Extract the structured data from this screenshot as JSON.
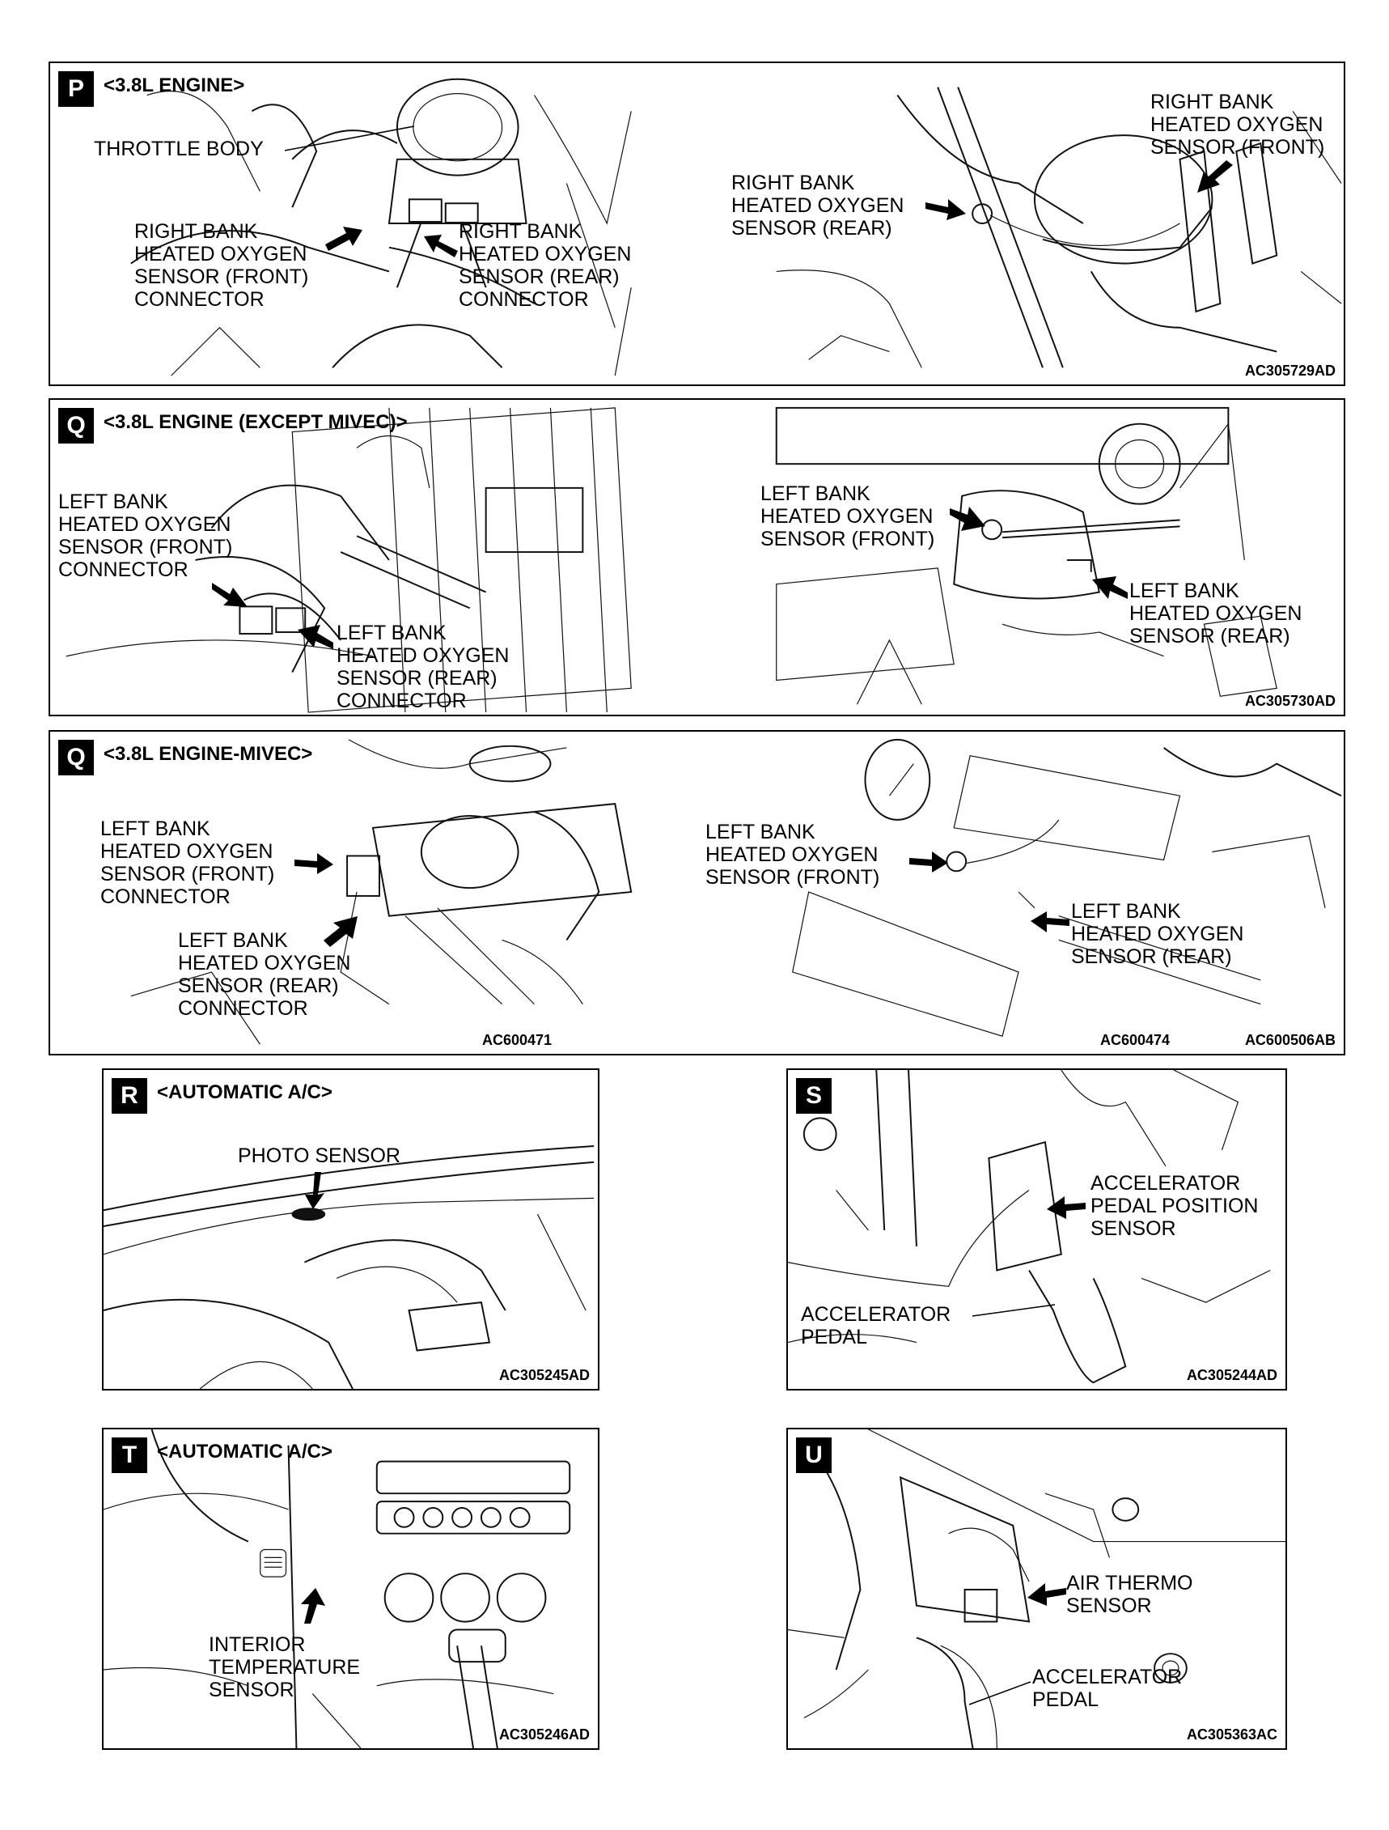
{
  "panels": {
    "p": {
      "badge": "P",
      "heading": "<3.8L ENGINE>",
      "code": "AC305729AD",
      "throttle_body": "THROTTLE BODY",
      "front_connector": [
        "RIGHT BANK",
        "HEATED OXYGEN",
        "SENSOR (FRONT)",
        "CONNECTOR"
      ],
      "rear_connector": [
        "RIGHT BANK",
        "HEATED OXYGEN",
        "SENSOR (REAR)",
        "CONNECTOR"
      ],
      "rear_sensor": [
        "RIGHT BANK",
        "HEATED OXYGEN",
        "SENSOR (REAR)"
      ],
      "front_sensor": [
        "RIGHT BANK",
        "HEATED OXYGEN",
        "SENSOR (FRONT)"
      ]
    },
    "q1": {
      "badge": "Q",
      "heading": "<3.8L ENGINE (EXCEPT MIVEC)>",
      "code": "AC305730AD",
      "front_connector": [
        "LEFT BANK",
        "HEATED OXYGEN",
        "SENSOR (FRONT)",
        "CONNECTOR"
      ],
      "rear_connector": [
        "LEFT BANK",
        "HEATED OXYGEN",
        "SENSOR (REAR)",
        "CONNECTOR"
      ],
      "front_sensor": [
        "LEFT BANK",
        "HEATED OXYGEN",
        "SENSOR (FRONT)"
      ],
      "rear_sensor": [
        "LEFT BANK",
        "HEATED OXYGEN",
        "SENSOR (REAR)"
      ]
    },
    "q2": {
      "badge": "Q",
      "heading": "<3.8L ENGINE-MIVEC>",
      "code_left": "AC600471",
      "code_mid": "AC600474",
      "code_right": "AC600506AB",
      "front_connector": [
        "LEFT BANK",
        "HEATED OXYGEN",
        "SENSOR (FRONT)",
        "CONNECTOR"
      ],
      "rear_connector": [
        "LEFT BANK",
        "HEATED OXYGEN",
        "SENSOR (REAR)",
        "CONNECTOR"
      ],
      "front_sensor": [
        "LEFT BANK",
        "HEATED OXYGEN",
        "SENSOR (FRONT)"
      ],
      "rear_sensor": [
        "LEFT BANK",
        "HEATED OXYGEN",
        "SENSOR (REAR)"
      ]
    },
    "r": {
      "badge": "R",
      "heading": "<AUTOMATIC A/C>",
      "code": "AC305245AD",
      "photo_sensor": "PHOTO SENSOR"
    },
    "s": {
      "badge": "S",
      "code": "AC305244AD",
      "app_sensor": [
        "ACCELERATOR",
        "PEDAL POSITION",
        "SENSOR"
      ],
      "pedal": [
        "ACCELERATOR",
        "PEDAL"
      ]
    },
    "t": {
      "badge": "T",
      "heading": "<AUTOMATIC A/C>",
      "code": "AC305246AD",
      "interior_sensor": [
        "INTERIOR",
        "TEMPERATURE",
        "SENSOR"
      ]
    },
    "u": {
      "badge": "U",
      "code": "AC305363AC",
      "air_thermo": [
        "AIR THERMO",
        "SENSOR"
      ],
      "pedal": [
        "ACCELERATOR",
        "PEDAL"
      ]
    }
  }
}
